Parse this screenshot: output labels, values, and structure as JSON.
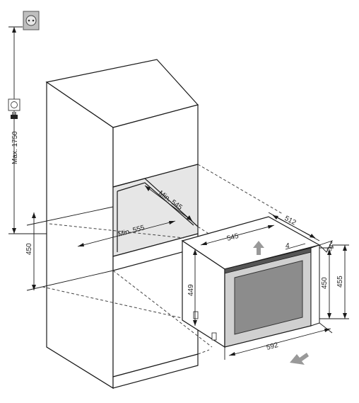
{
  "labels": {
    "max_height": "Max. 1750",
    "niche_height": "450",
    "niche_depth": "Min. 545",
    "niche_width": "Min. 555",
    "appliance_width": "545",
    "appliance_depth": "512",
    "gap": "4",
    "tilt": "4°",
    "height_left": "449",
    "height_right": "450",
    "height_total": "455",
    "front_width": "592"
  },
  "colors": {
    "outline": "#1a1a1a",
    "niche_fill": "#e6e6e6",
    "door_frame": "#d0d0d0",
    "glass": "#8c8c8c",
    "socket": "#bfbfbf",
    "arrow": "#999999"
  }
}
